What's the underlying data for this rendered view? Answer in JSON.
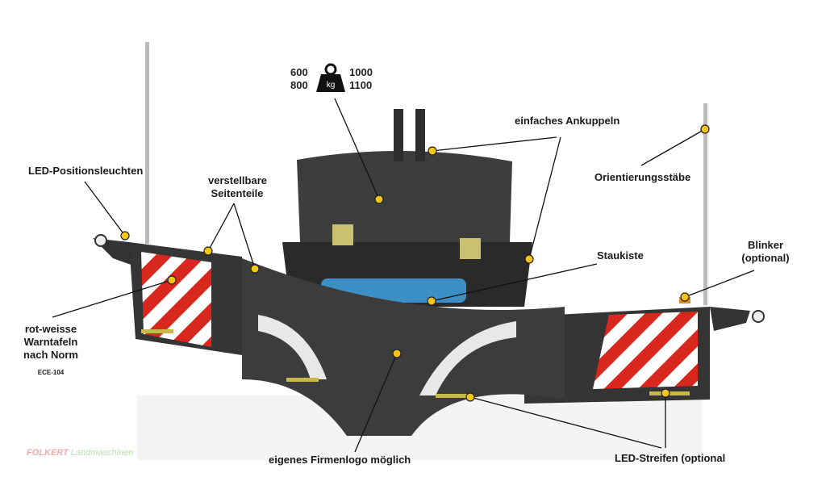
{
  "labels": {
    "led_position": "LED-Positionsleuchten",
    "side_parts_1": "verstellbare",
    "side_parts_2": "Seitenteile",
    "coupling": "einfaches Ankuppeln",
    "orientation": "Orientierungsstäbe",
    "storage": "Staukiste",
    "blinker_1": "Blinker",
    "blinker_2": "(optional)",
    "warning_1": "rot-weisse",
    "warning_2": "Warntafeln",
    "warning_3": "nach Norm",
    "warning_norm": "ECE-104",
    "logo": "eigenes Firmenlogo möglich",
    "led_strip": "LED-Streifen (optional"
  },
  "weights": {
    "left_top": "600",
    "left_bottom": "800",
    "right_top": "1000",
    "right_bottom": "1100",
    "unit": "kg"
  },
  "watermark": {
    "brand": "FOLKERT",
    "sub": "Landmaschinen"
  },
  "colors": {
    "callout_dot": "#f5c518",
    "body": "#3a3a3a",
    "stripe_red": "#d8281e",
    "box_blue": "#3b8fc4"
  }
}
